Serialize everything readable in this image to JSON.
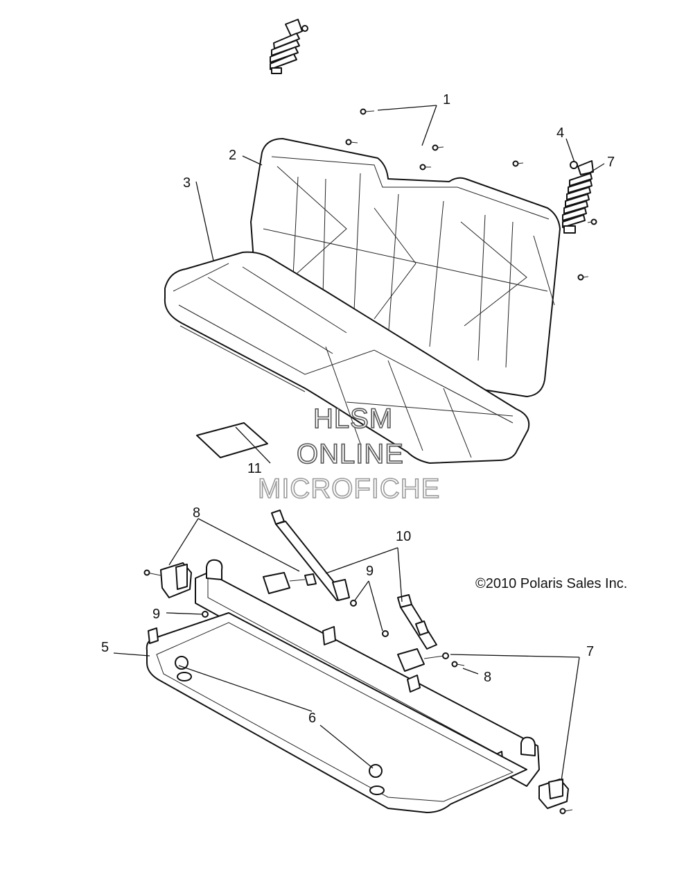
{
  "callouts": {
    "c1": "1",
    "c2": "2",
    "c3": "3",
    "c4": "4",
    "c5": "5",
    "c6": "6",
    "c7a": "7",
    "c7b": "7",
    "c8a": "8",
    "c8b": "8",
    "c9a": "9",
    "c9b": "9",
    "c10": "10",
    "c11": "11"
  },
  "copyright": "©2010 Polaris Sales Inc.",
  "watermark": {
    "line1": "HLSM",
    "line2": "ONLINE",
    "line3": "MICROFICHE"
  }
}
